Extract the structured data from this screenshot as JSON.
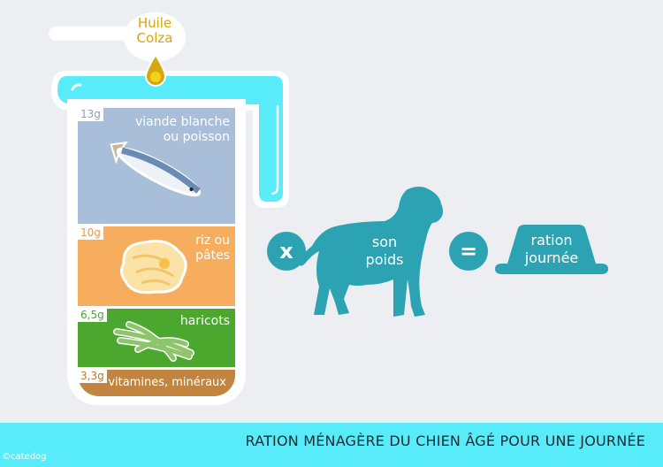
{
  "oil": {
    "label_line1": "Huile",
    "label_line2": "Colza",
    "color": "#d4a513"
  },
  "layers": [
    {
      "amount": "13g",
      "label_line1": "viande blanche",
      "label_line2": "ou poisson",
      "image": "fish",
      "color": "#a9bfd9"
    },
    {
      "amount": "10g",
      "label_line1": "riz ou",
      "label_line2": "pâtes",
      "image": "pasta",
      "color": "#f6ad5d"
    },
    {
      "amount": "6,5g",
      "label_line1": "haricots",
      "label_line2": "",
      "image": "green-beans",
      "color": "#4ca72f"
    },
    {
      "amount": "3,3g",
      "label_line1": "vitamines, minéraux",
      "label_line2": "",
      "image": "",
      "color": "#c1853f"
    }
  ],
  "formula": {
    "multiply_symbol": "x",
    "dog_label_line1": "son",
    "dog_label_line2": "poids",
    "equals_symbol": "=",
    "bowl_label_line1": "ration",
    "bowl_label_line2": "journée",
    "accent_color": "#2ba3b2"
  },
  "footer": {
    "title": "RATION MÉNAGÈRE DU CHIEN ÂGÉ POUR UNE JOURNÉE",
    "credit": "©catedog",
    "color": "#58ebfa"
  }
}
